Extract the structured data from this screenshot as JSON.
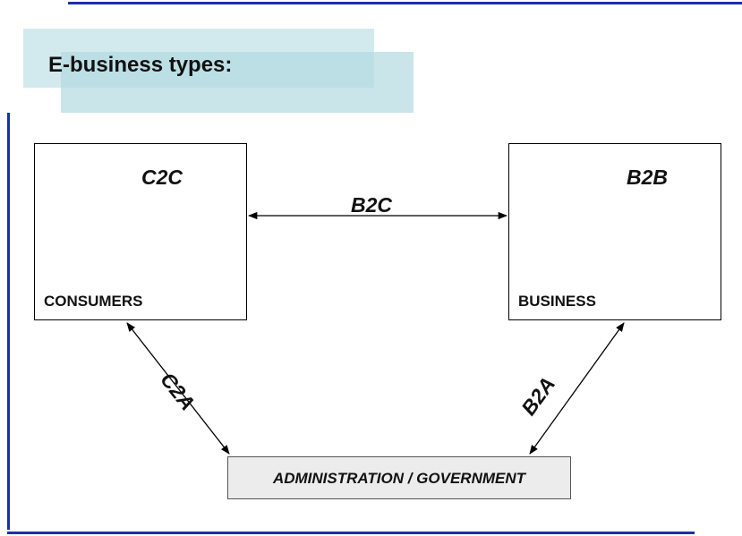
{
  "title": "E-business types:",
  "nodes": {
    "consumers": {
      "label": "CONSUMERS",
      "relation": "C2C"
    },
    "business": {
      "label": "BUSINESS",
      "relation": "B2B"
    },
    "administration": {
      "label": "ADMINISTRATION / GOVERNMENT"
    }
  },
  "edges": {
    "consumers_business": "B2C",
    "consumers_admin": "C2A",
    "business_admin": "B2A"
  },
  "colors": {
    "accent_line": "#1c2ea8",
    "title_band": "#d2eaee",
    "admin_fill": "#ececec"
  }
}
